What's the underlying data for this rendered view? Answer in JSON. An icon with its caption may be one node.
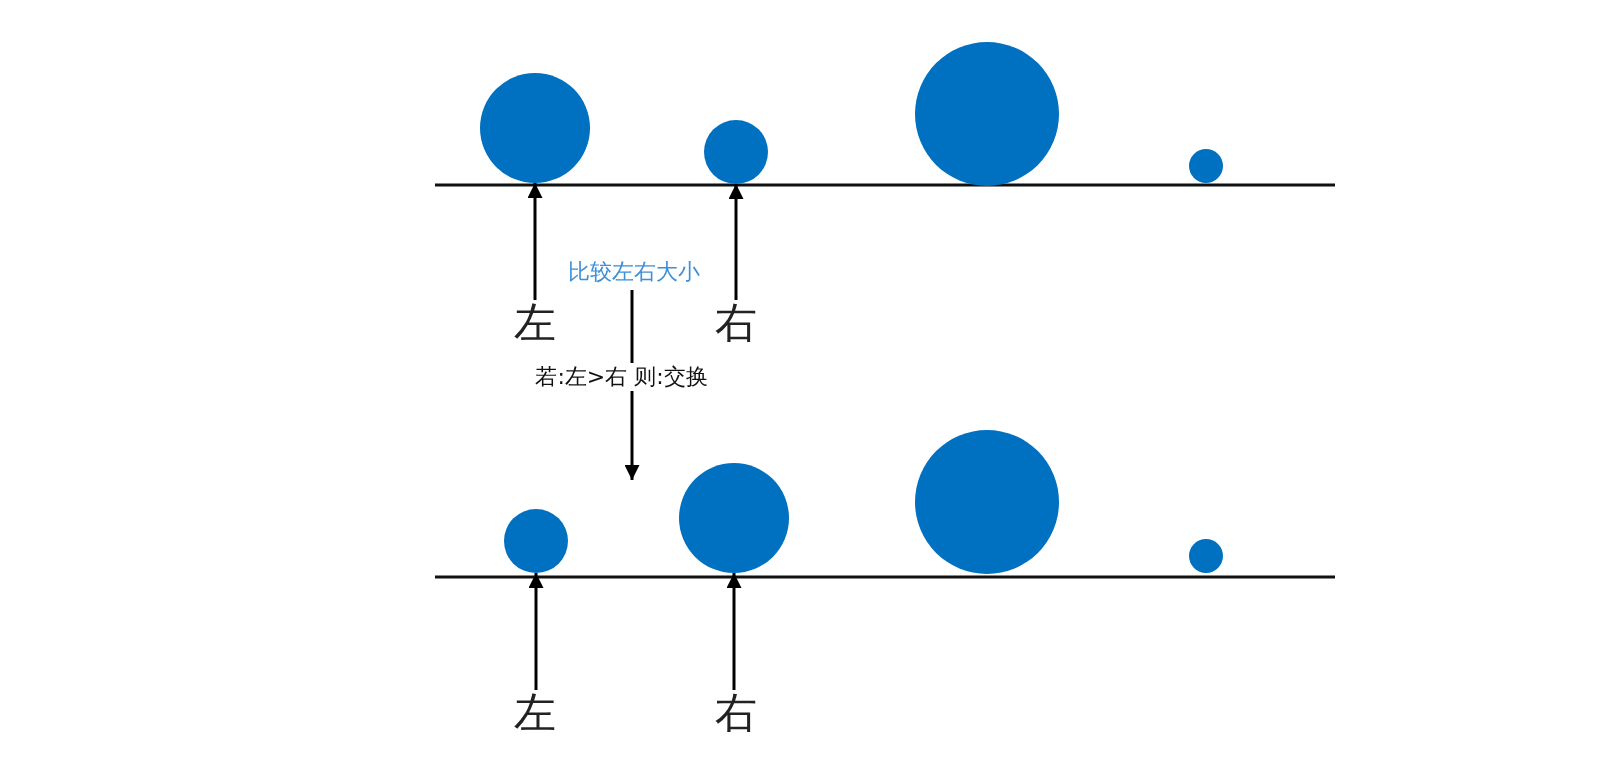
{
  "diagram": {
    "nodes": [
      {
        "text": [],
        "shape": "circle"
      },
      {
        "text": [],
        "shape": "circle"
      },
      {
        "text": [],
        "shape": "circle"
      },
      {
        "text": [],
        "shape": "circle"
      },
      {
        "text": [],
        "shape": "circle"
      },
      {
        "text": [],
        "shape": "circle"
      },
      {
        "text": [],
        "shape": "circle"
      },
      {
        "text": [],
        "shape": "circle"
      },
      {
        "text": [
          "左"
        ]
      },
      {
        "text": [
          "右"
        ]
      },
      {
        "text": [
          "比较左右大小"
        ]
      },
      {
        "text": [
          "左"
        ]
      },
      {
        "text": [
          "右"
        ]
      }
    ],
    "edges": [
      {
        "from": 8,
        "to": 0,
        "arrow": "to"
      },
      {
        "from": 9,
        "to": 1,
        "arrow": "to"
      },
      {
        "from": 10,
        "to": null,
        "arrow": "to",
        "label": "若:左>右 则:交换"
      },
      {
        "from": 11,
        "to": 4,
        "arrow": "to"
      },
      {
        "from": 12,
        "to": 5,
        "arrow": "to"
      }
    ]
  }
}
